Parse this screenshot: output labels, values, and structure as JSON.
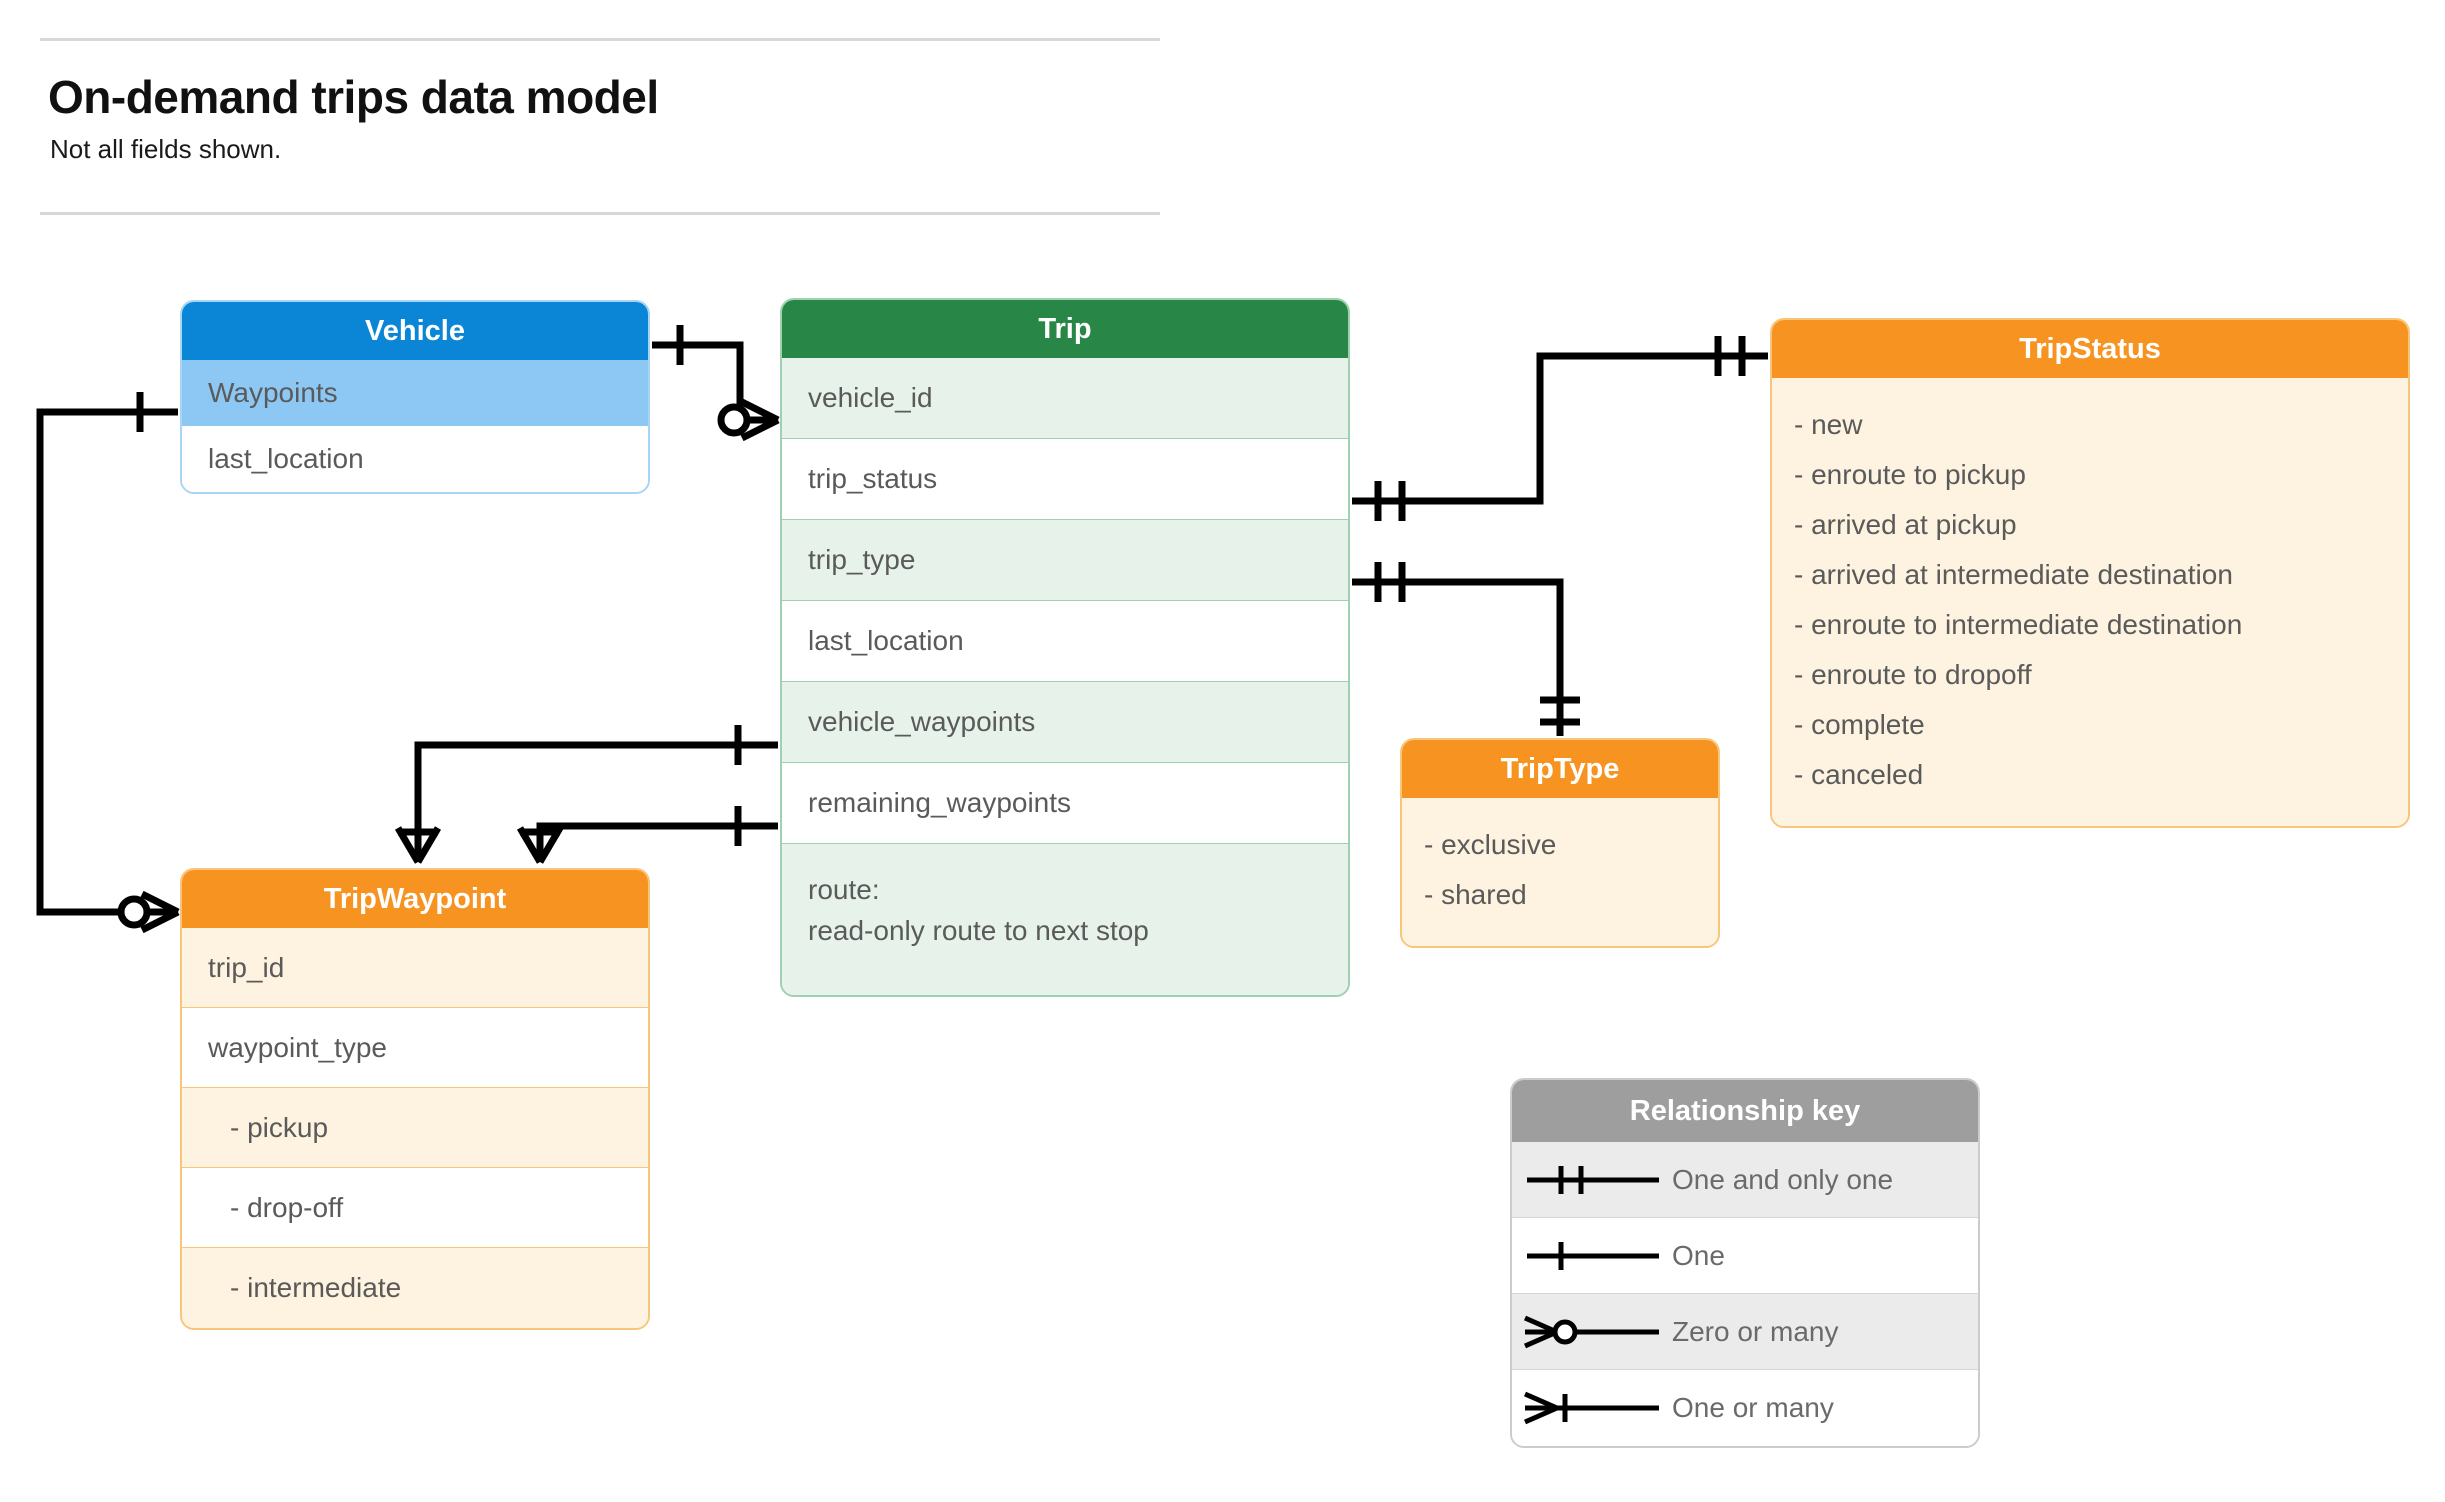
{
  "header": {
    "title": "On-demand trips data model",
    "subtitle": "Not all fields shown."
  },
  "colors": {
    "vehicle_header": "#0b86d6",
    "vehicle_row_highlight": "#8dc8f4",
    "trip_header": "#288746",
    "trip_row_shade": "#e7f3ea",
    "orange_header": "#f79421",
    "orange_row_shade": "#fdf3e0",
    "key_header": "#9e9e9e",
    "connector": "#000000"
  },
  "entities": {
    "vehicle": {
      "name": "Vehicle",
      "fields": [
        {
          "label": "Waypoints"
        },
        {
          "label": "last_location"
        }
      ]
    },
    "trip": {
      "name": "Trip",
      "fields": [
        {
          "label": "vehicle_id"
        },
        {
          "label": "trip_status"
        },
        {
          "label": "trip_type"
        },
        {
          "label": "last_location"
        },
        {
          "label": "vehicle_waypoints"
        },
        {
          "label": "remaining_waypoints"
        },
        {
          "label": "route:",
          "label2": "read-only route to next stop"
        }
      ]
    },
    "trip_status": {
      "name": "TripStatus",
      "values": [
        "- new",
        "- enroute to pickup",
        "- arrived at pickup",
        "- arrived at intermediate destination",
        "- enroute to intermediate destination",
        "- enroute to dropoff",
        "- complete",
        "- canceled"
      ]
    },
    "trip_type": {
      "name": "TripType",
      "values": [
        "- exclusive",
        "- shared"
      ]
    },
    "trip_waypoint": {
      "name": "TripWaypoint",
      "fields": [
        {
          "label": "trip_id"
        },
        {
          "label": "waypoint_type"
        },
        {
          "label": "-  pickup"
        },
        {
          "label": "-  drop-off"
        },
        {
          "label": "-  intermediate"
        }
      ]
    }
  },
  "relationship_key": {
    "title": "Relationship key",
    "rows": [
      {
        "icon": "one-and-only-one-icon",
        "label": "One and only one"
      },
      {
        "icon": "one-icon",
        "label": "One"
      },
      {
        "icon": "zero-or-many-icon",
        "label": "Zero or many"
      },
      {
        "icon": "one-or-many-icon",
        "label": "One or many"
      }
    ]
  },
  "relationships": [
    {
      "from": "Vehicle",
      "to": "Trip.vehicle_id",
      "from_card": "One",
      "to_card": "Zero or many"
    },
    {
      "from": "Vehicle.Waypoints",
      "to": "TripWaypoint",
      "from_card": "One",
      "to_card": "Zero or many"
    },
    {
      "from": "Trip.trip_status",
      "to": "TripStatus",
      "from_card": "One and only one",
      "to_card": "One and only one"
    },
    {
      "from": "Trip.trip_type",
      "to": "TripType",
      "from_card": "One and only one",
      "to_card": "One and only one"
    },
    {
      "from": "Trip.vehicle_waypoints",
      "to": "TripWaypoint",
      "from_card": "One",
      "to_card": "One or many"
    },
    {
      "from": "Trip.remaining_waypoints",
      "to": "TripWaypoint",
      "from_card": "One",
      "to_card": "One or many"
    }
  ]
}
